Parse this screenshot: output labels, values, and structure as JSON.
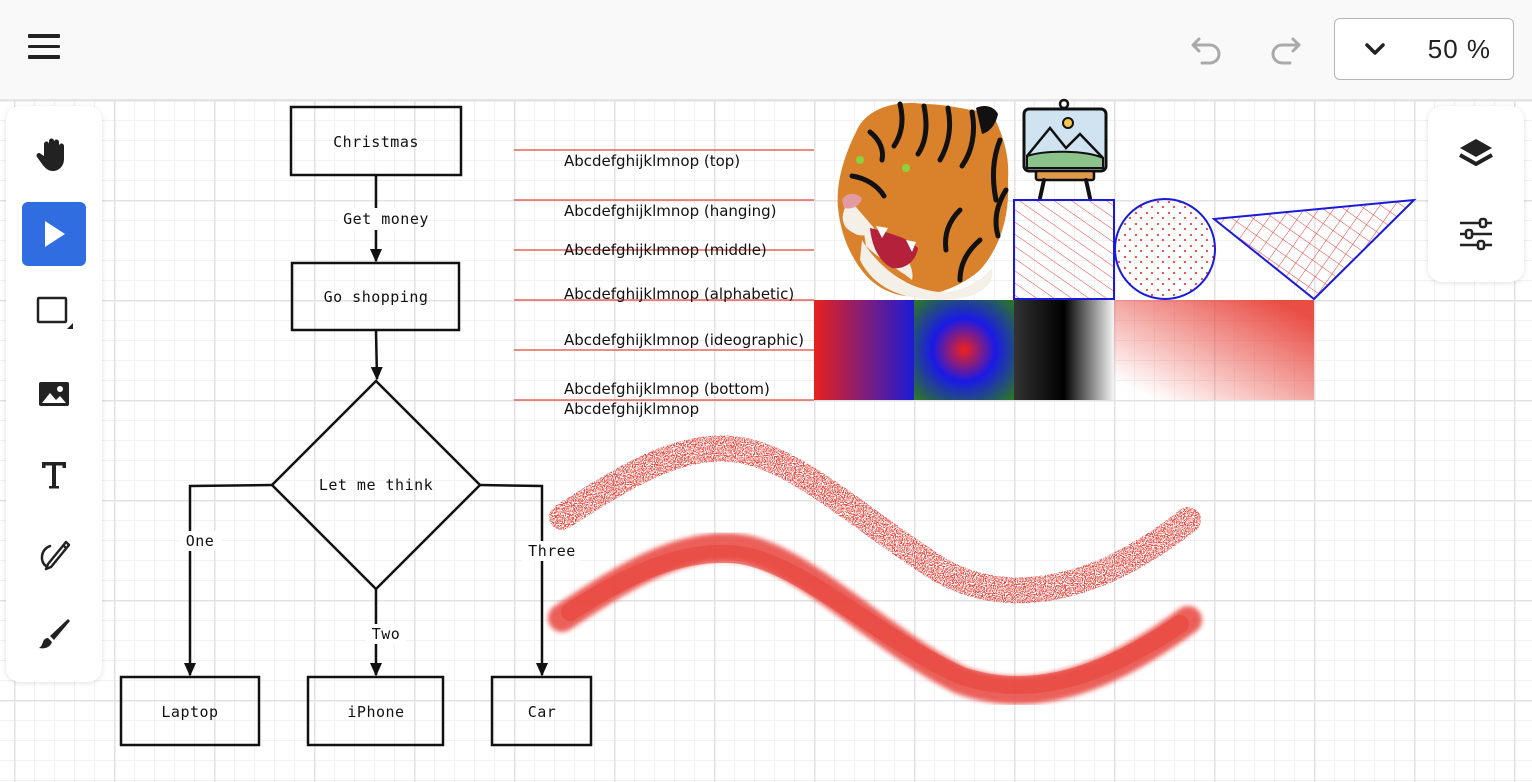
{
  "toolbar": {
    "zoom_value": "50 %",
    "tools": [
      {
        "name": "hand-icon"
      },
      {
        "name": "pointer-icon",
        "active": true
      },
      {
        "name": "rectangle-icon"
      },
      {
        "name": "image-icon"
      },
      {
        "name": "text-icon"
      },
      {
        "name": "pen-icon"
      },
      {
        "name": "brush-icon"
      }
    ],
    "right_tools": [
      {
        "name": "layers-icon"
      },
      {
        "name": "sliders-icon"
      }
    ]
  },
  "flowchart": {
    "christmas": "Christmas",
    "get_money": "Get money",
    "go_shopping": "Go shopping",
    "let_me_think": "Let me think",
    "one": "One",
    "two": "Two",
    "three": "Three",
    "laptop": "Laptop",
    "iphone": "iPhone",
    "car": "Car"
  },
  "baselines": {
    "top": "Abcdefghijklmnop (top)",
    "hanging": "Abcdefghijklmnop (hanging)",
    "middle": "Abcdefghijklmnop (middle)",
    "alphabetic": "Abcdefghijklmnop (alphabetic)",
    "ideographic": "Abcdefghijklmnop (ideographic)",
    "bottom": "Abcdefghijklmnop (bottom)",
    "plain": "Abcdefghijklmnop"
  },
  "colors": {
    "accent": "#2f6de1",
    "stroke_red": "#e8453c",
    "shape_blue": "#1a1adc"
  }
}
